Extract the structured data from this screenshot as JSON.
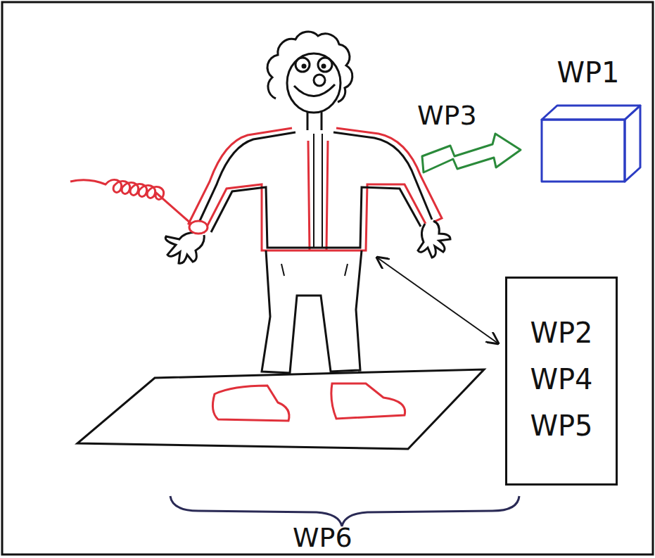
{
  "diagram": {
    "nodes": [
      {
        "text": [
          "WP1"
        ]
      },
      {
        "text": [
          "WP2",
          "WP4",
          "WP5"
        ]
      }
    ],
    "labels": [
      "WP3",
      "WP6"
    ]
  }
}
